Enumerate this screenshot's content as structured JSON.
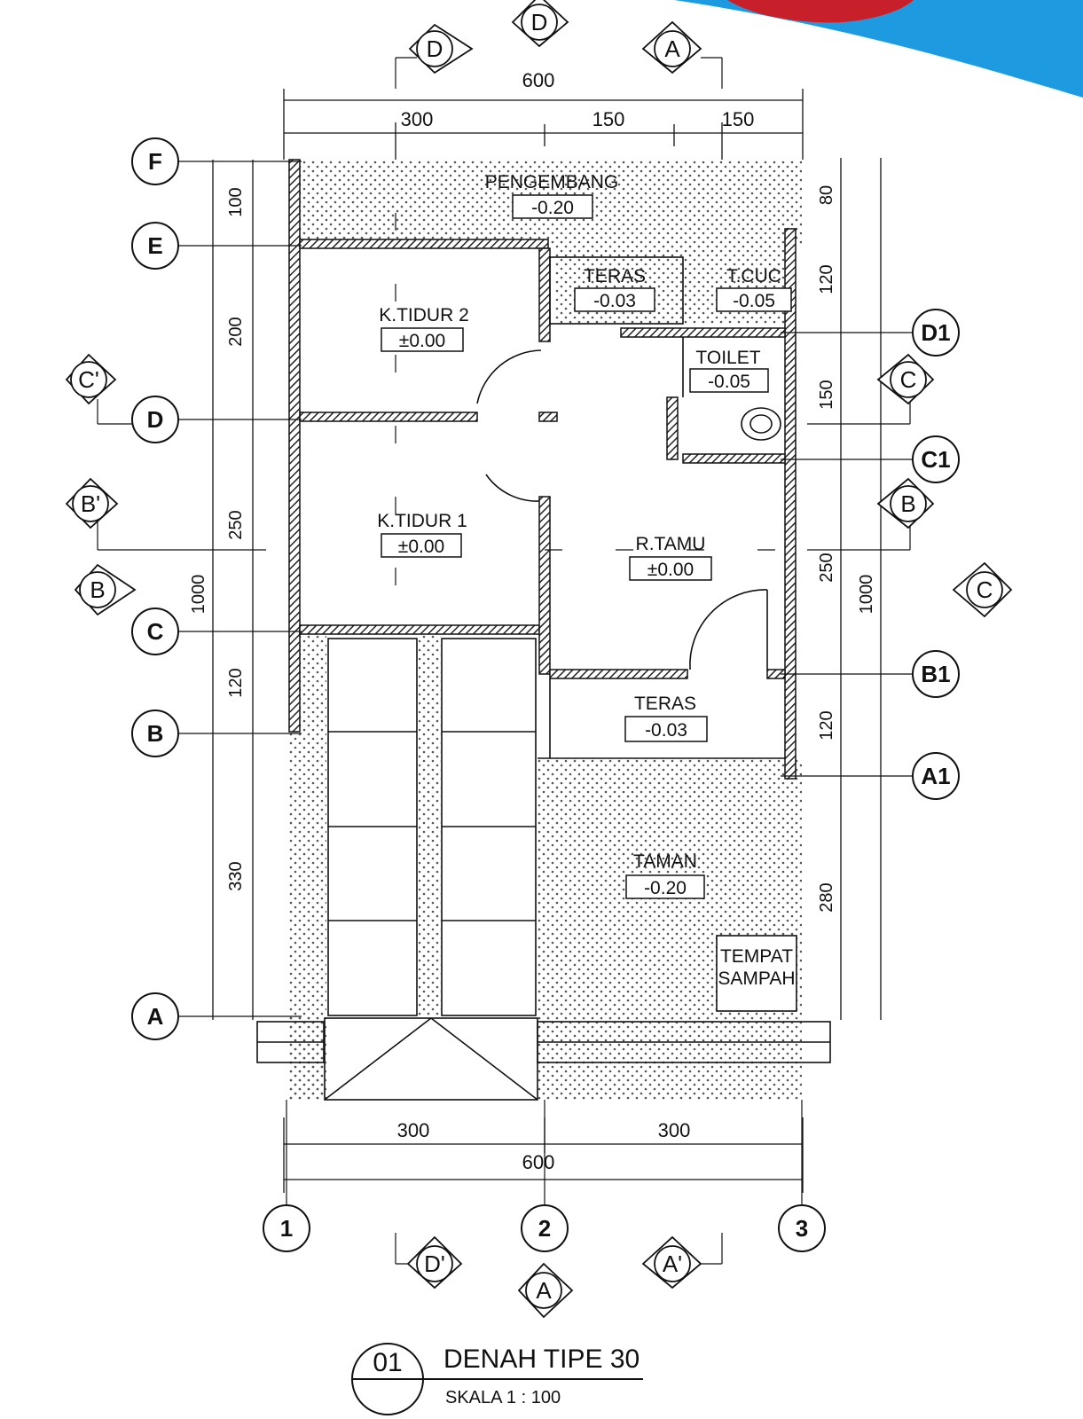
{
  "title": {
    "number": "01",
    "name": "DENAH TIPE 30",
    "scale": "SKALA 1 : 100"
  },
  "dimensions": {
    "top_total": "600",
    "top_segments": [
      "300",
      "150",
      "150"
    ],
    "bottom_segments": [
      "300",
      "300"
    ],
    "bottom_total": "600",
    "left_total": "1000",
    "left_segments": [
      "100",
      "200",
      "250",
      "120",
      "330"
    ],
    "right_total": "1000",
    "right_segments": [
      "80",
      "120",
      "150",
      "250",
      "120",
      "280"
    ]
  },
  "rooms": [
    {
      "name": "PENGEMBANG",
      "level": "-0.20"
    },
    {
      "name": "K.TIDUR 2",
      "level": "±0.00"
    },
    {
      "name": "TERAS",
      "level": "-0.03"
    },
    {
      "name": "T.CUC",
      "level": "-0.05"
    },
    {
      "name": "TOILET",
      "level": "-0.05"
    },
    {
      "name": "K.TIDUR 1",
      "level": "±0.00"
    },
    {
      "name": "R.TAMU",
      "level": "±0.00"
    },
    {
      "name": "TERAS",
      "level": "-0.03"
    },
    {
      "name": "TAMAN",
      "level": "-0.20"
    },
    {
      "name": "TEMPAT",
      "level": "SAMPAH"
    }
  ],
  "grid_left": [
    "F",
    "E",
    "D",
    "C",
    "B",
    "A"
  ],
  "grid_right": [
    "D1",
    "C1",
    "B1",
    "A1"
  ],
  "grid_bottom": [
    "1",
    "2",
    "3"
  ],
  "section_marks": [
    "D",
    "D",
    "A",
    "C'",
    "B'",
    "B",
    "C",
    "B",
    "C",
    "D'",
    "A",
    "A'"
  ],
  "colors": {
    "line": "#111111",
    "wall": "#333333",
    "accent_blue": "#1e9be0",
    "accent_red": "#c8202a"
  }
}
